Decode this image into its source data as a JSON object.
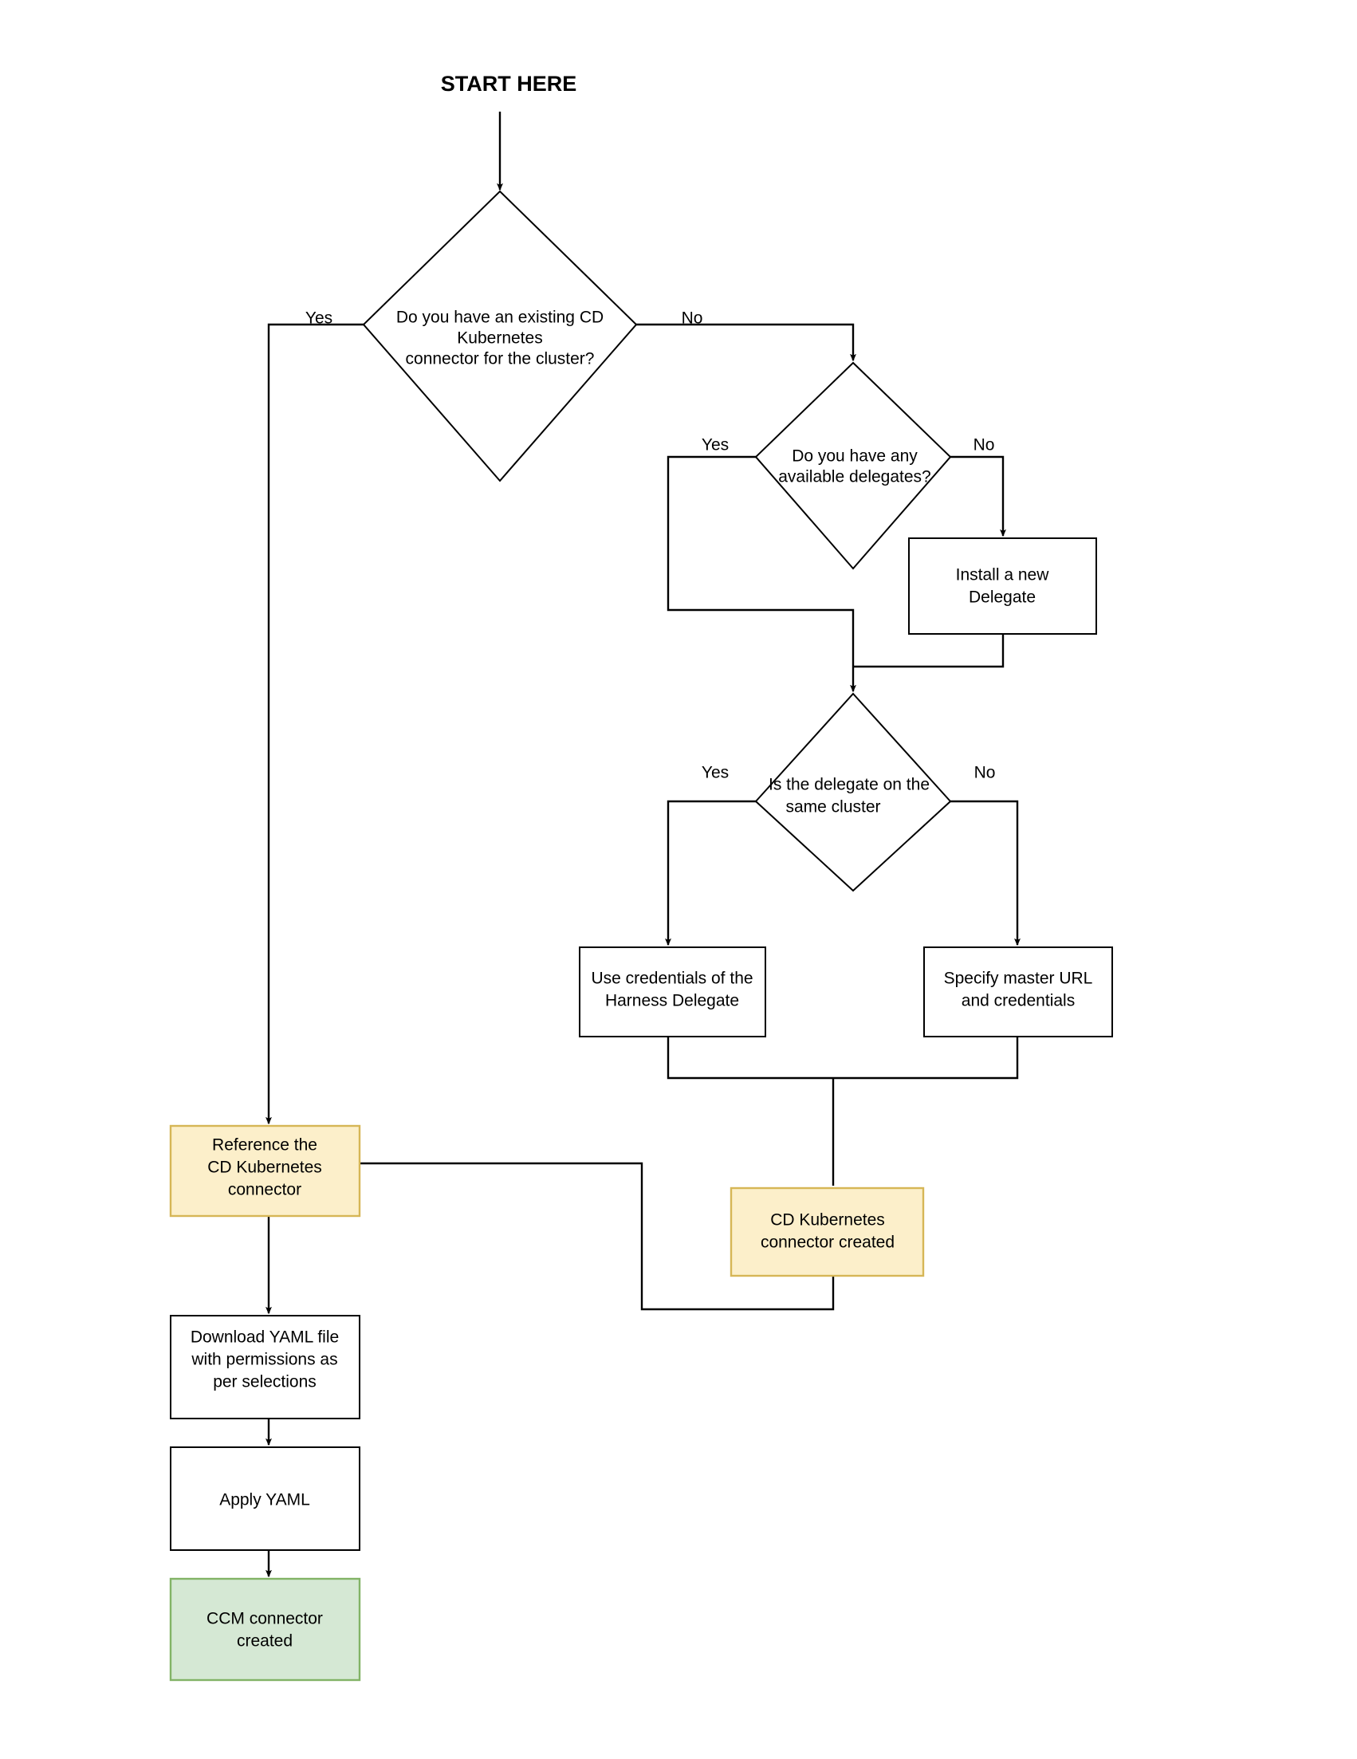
{
  "diagram": {
    "title": "START HERE",
    "colors": {
      "background": "#ffffff",
      "stroke": "#000000",
      "orange_fill": "#FCEFCA",
      "orange_stroke": "#D6B656",
      "green_fill": "#D5E8D4",
      "green_stroke": "#82B366",
      "plain_fill": "#ffffff"
    },
    "nodes": [
      {
        "id": "d1",
        "type": "decision",
        "lines": [
          "Do you have an existing CD",
          "Kubernetes",
          "connector for the cluster?"
        ]
      },
      {
        "id": "d2",
        "type": "decision",
        "lines": [
          "Do you have any",
          "available delegates?"
        ]
      },
      {
        "id": "p1",
        "type": "process",
        "lines": [
          "Install a new",
          "Delegate"
        ]
      },
      {
        "id": "d3",
        "type": "decision",
        "lines": [
          "Is the delegate on the",
          "same cluster"
        ]
      },
      {
        "id": "p2",
        "type": "process",
        "lines": [
          "Use credentials of the",
          "Harness Delegate"
        ]
      },
      {
        "id": "p3",
        "type": "process",
        "lines": [
          "Specify master URL",
          "and credentials"
        ]
      },
      {
        "id": "o1",
        "type": "highlight-orange",
        "lines": [
          "Reference the",
          "CD Kubernetes",
          "connector"
        ]
      },
      {
        "id": "o2",
        "type": "highlight-orange",
        "lines": [
          "CD Kubernetes",
          "connector created"
        ]
      },
      {
        "id": "p4",
        "type": "process",
        "lines": [
          "Download YAML file",
          "with permissions as",
          "per selections"
        ]
      },
      {
        "id": "p5",
        "type": "process",
        "lines": [
          "Apply YAML"
        ]
      },
      {
        "id": "g1",
        "type": "highlight-green",
        "lines": [
          "CCM connector",
          "created"
        ]
      }
    ],
    "edge_labels": {
      "d1_yes": "Yes",
      "d1_no": "No",
      "d2_yes": "Yes",
      "d2_no": "No",
      "d3_yes": "Yes",
      "d3_no": "No"
    }
  }
}
